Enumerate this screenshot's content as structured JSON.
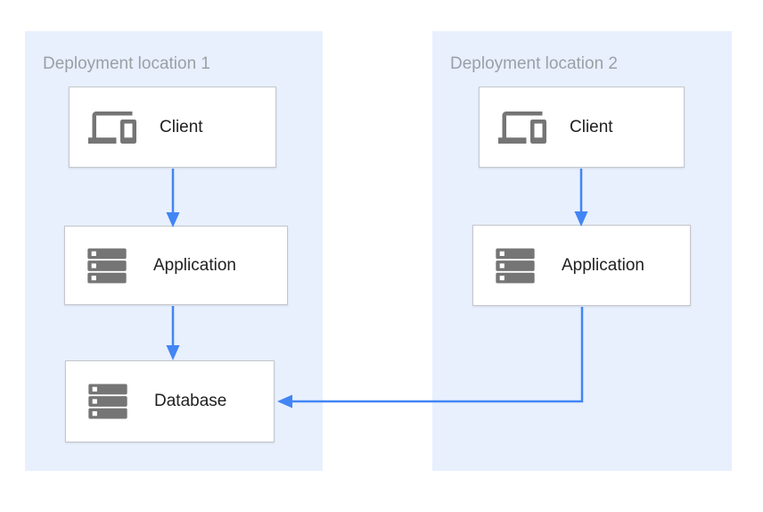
{
  "panels": [
    {
      "label": "Deployment location 1",
      "nodes": [
        {
          "id": "loc1-client",
          "label": "Client",
          "icon": "devices-icon"
        },
        {
          "id": "loc1-application",
          "label": "Application",
          "icon": "storage-icon"
        },
        {
          "id": "loc1-database",
          "label": "Database",
          "icon": "storage-icon"
        }
      ]
    },
    {
      "label": "Deployment location 2",
      "nodes": [
        {
          "id": "loc2-client",
          "label": "Client",
          "icon": "devices-icon"
        },
        {
          "id": "loc2-application",
          "label": "Application",
          "icon": "storage-icon"
        }
      ]
    }
  ],
  "connections": [
    {
      "from": "loc1-client",
      "to": "loc1-application",
      "style": "straight-arrow"
    },
    {
      "from": "loc1-application",
      "to": "loc1-database",
      "style": "straight-arrow"
    },
    {
      "from": "loc2-client",
      "to": "loc2-application",
      "style": "straight-arrow"
    },
    {
      "from": "loc2-application",
      "to": "loc1-database",
      "style": "elbow-arrow"
    }
  ],
  "theme": {
    "canvas_bg": "#ffffff",
    "panel_bg": "#e8f0fe",
    "box_bg": "#ffffff",
    "box_border": "#c4c7cb",
    "arrow": "#4285f4",
    "icon": "#757575",
    "panel_label": "#9aa0a6",
    "node_label": "#212121"
  }
}
